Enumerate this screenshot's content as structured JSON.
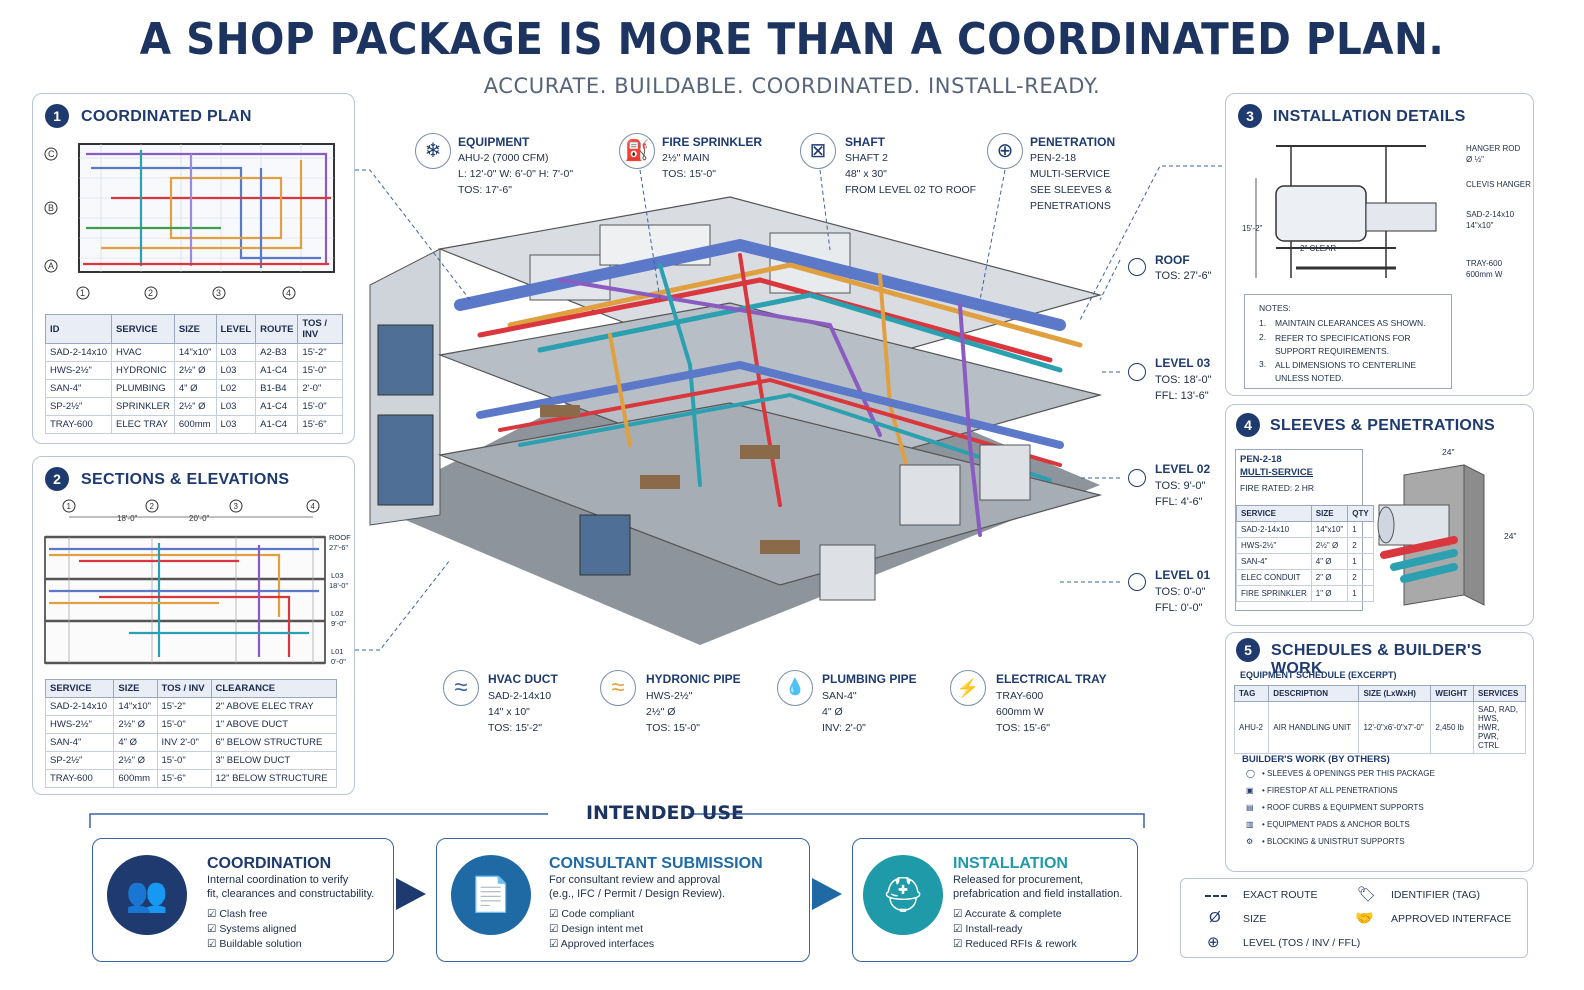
{
  "header": {
    "title": "A SHOP PACKAGE IS MORE THAN A COORDINATED PLAN.",
    "subtitle": "ACCURATE.   BUILDABLE.   COORDINATED.   INSTALL-READY."
  },
  "panel1": {
    "num": "1",
    "title": "COORDINATED PLAN",
    "grid_rows": [
      "C",
      "B",
      "A"
    ],
    "grid_cols": [
      "1",
      "2",
      "3",
      "4"
    ],
    "table": {
      "headers": [
        "ID",
        "SERVICE",
        "SIZE",
        "LEVEL",
        "ROUTE",
        "TOS / INV"
      ],
      "rows": [
        [
          "SAD-2-14x10",
          "HVAC",
          "14\"x10\"",
          "L03",
          "A2-B3",
          "15'-2\""
        ],
        [
          "HWS-2½\"",
          "HYDRONIC",
          "2½\" Ø",
          "L03",
          "A1-C4",
          "15'-0\""
        ],
        [
          "SAN-4\"",
          "PLUMBING",
          "4\" Ø",
          "L02",
          "B1-B4",
          "2'-0\""
        ],
        [
          "SP-2½\"",
          "SPRINKLER",
          "2½\" Ø",
          "L03",
          "A1-C4",
          "15'-0\""
        ],
        [
          "TRAY-600",
          "ELEC TRAY",
          "600mm",
          "L03",
          "A1-C4",
          "15'-6\""
        ]
      ]
    }
  },
  "panel2": {
    "num": "2",
    "title": "SECTIONS & ELEVATIONS",
    "grid_cols": [
      "1",
      "2",
      "3",
      "4"
    ],
    "dims": [
      "18'-0\"",
      "20'-0\""
    ],
    "levels": [
      {
        "name": "ROOF",
        "value": "27'-6\""
      },
      {
        "name": "L03",
        "value": "18'-0\""
      },
      {
        "name": "L02",
        "value": "9'-0\""
      },
      {
        "name": "L01",
        "value": "0'-0\""
      }
    ],
    "table": {
      "headers": [
        "SERVICE",
        "SIZE",
        "TOS / INV",
        "CLEARANCE"
      ],
      "rows": [
        [
          "SAD-2-14x10",
          "14\"x10\"",
          "15'-2\"",
          "2\" ABOVE ELEC TRAY"
        ],
        [
          "HWS-2½\"",
          "2½\" Ø",
          "15'-0\"",
          "1\" ABOVE DUCT"
        ],
        [
          "SAN-4\"",
          "4\" Ø",
          "INV 2'-0\"",
          "6\" BELOW STRUCTURE"
        ],
        [
          "SP-2½\"",
          "2½\" Ø",
          "15'-0\"",
          "3\" BELOW DUCT"
        ],
        [
          "TRAY-600",
          "600mm",
          "15'-6\"",
          "12\" BELOW STRUCTURE"
        ]
      ]
    }
  },
  "callouts_top": [
    {
      "icon": "❄",
      "title": "EQUIPMENT",
      "text": "AHU-2 (7000 CFM)\nL: 12'-0\"   W: 6'-0\"   H: 7'-0\"\nTOS: 17'-6\""
    },
    {
      "icon": "⛽",
      "title": "FIRE SPRINKLER",
      "text": "2½\" MAIN\nTOS: 15'-0\""
    },
    {
      "icon": "⊠",
      "title": "SHAFT",
      "text": "SHAFT 2\n48\" x 30\"\nFROM LEVEL 02 TO ROOF"
    },
    {
      "icon": "⊕",
      "title": "PENETRATION",
      "text": "PEN-2-18\nMULTI-SERVICE\nSEE SLEEVES &\nPENETRATIONS"
    }
  ],
  "callouts_bottom": [
    {
      "icon": "≈",
      "title": "HVAC DUCT",
      "text": "SAD-2-14x10\n14\" x 10\"\nTOS: 15'-2\""
    },
    {
      "icon": "≈",
      "title": "HYDRONIC PIPE",
      "text": "HWS-2½\"\n2½\" Ø\nTOS: 15'-0\""
    },
    {
      "icon": "💧",
      "title": "PLUMBING PIPE",
      "text": "SAN-4\"\n4\" Ø\nINV: 2'-0\""
    },
    {
      "icon": "⚡",
      "title": "ELECTRICAL TRAY",
      "text": "TRAY-600\n600mm W\nTOS: 15'-6\""
    }
  ],
  "levels_right": [
    {
      "title": "ROOF",
      "text": "TOS: 27'-6\""
    },
    {
      "title": "LEVEL 03",
      "text": "TOS: 18'-0\"\nFFL: 13'-6\""
    },
    {
      "title": "LEVEL 02",
      "text": "TOS: 9'-0\"\nFFL: 4'-6\""
    },
    {
      "title": "LEVEL 01",
      "text": "TOS: 0'-0\"\nFFL: 0'-0\""
    }
  ],
  "panel3": {
    "num": "3",
    "title": "INSTALLATION DETAILS",
    "labels": {
      "hanger_rod": "HANGER ROD",
      "hanger_rod_size": "Ø ½\"",
      "clevis": "CLEVIS HANGER",
      "duct": "SAD-2-14x10",
      "duct_size": "14\"x10\"",
      "tray": "TRAY-600",
      "tray_size": "600mm W",
      "height": "15'-2\"",
      "clear": "2\" CLEAR"
    },
    "notes_title": "NOTES:",
    "notes": [
      "MAINTAIN CLEARANCES AS SHOWN.",
      "REFER TO SPECIFICATIONS FOR SUPPORT REQUIREMENTS.",
      "ALL DIMENSIONS TO CENTERLINE UNLESS NOTED."
    ]
  },
  "panel4": {
    "num": "4",
    "title": "SLEEVES & PENETRATIONS",
    "pen_id": "PEN-2-18",
    "pen_type": "MULTI-SERVICE",
    "fire_rated": "FIRE RATED: 2 HR",
    "dim_w": "24\"",
    "dim_h": "24\"",
    "table": {
      "headers": [
        "SERVICE",
        "SIZE",
        "QTY"
      ],
      "rows": [
        [
          "SAD-2-14x10",
          "14\"x10\"",
          "1"
        ],
        [
          "HWS-2½\"",
          "2½\" Ø",
          "2"
        ],
        [
          "SAN-4\"",
          "4\" Ø",
          "1"
        ],
        [
          "ELEC CONDUIT",
          "2\" Ø",
          "2"
        ],
        [
          "FIRE SPRINKLER",
          "1\" Ø",
          "1"
        ]
      ]
    }
  },
  "panel5": {
    "num": "5",
    "title": "SCHEDULES & BUILDER'S WORK",
    "schedule_title": "EQUIPMENT SCHEDULE (EXCERPT)",
    "table": {
      "headers": [
        "TAG",
        "DESCRIPTION",
        "SIZE (LxWxH)",
        "WEIGHT",
        "SERVICES"
      ],
      "rows": [
        [
          "AHU-2",
          "AIR HANDLING UNIT",
          "12'-0\"x6'-0\"x7'-0\"",
          "2,450 lb",
          "SAD, RAD, HWS, HWR, PWR, CTRL"
        ]
      ]
    },
    "builders_title": "BUILDER'S WORK (BY OTHERS)",
    "builders_items": [
      "SLEEVES & OPENINGS PER THIS PACKAGE",
      "FIRESTOP AT ALL PENETRATIONS",
      "ROOF CURBS & EQUIPMENT SUPPORTS",
      "EQUIPMENT PADS & ANCHOR BOLTS",
      "BLOCKING & UNISTRUT SUPPORTS"
    ]
  },
  "intended_use": {
    "heading": "INTENDED USE",
    "cards": [
      {
        "title": "COORDINATION",
        "desc": "Internal coordination to verify\nfit, clearances and constructability.",
        "checks": [
          "Clash free",
          "Systems aligned",
          "Buildable solution"
        ]
      },
      {
        "title": "CONSULTANT SUBMISSION",
        "desc": "For consultant review and approval\n(e.g., IFC / Permit / Design Review).",
        "checks": [
          "Code compliant",
          "Design intent met",
          "Approved interfaces"
        ]
      },
      {
        "title": "INSTALLATION",
        "desc": "Released for procurement,\nprefabrication and field installation.",
        "checks": [
          "Accurate & complete",
          "Install-ready",
          "Reduced RFIs & rework"
        ]
      }
    ]
  },
  "legend": [
    {
      "icon": "dash-icon",
      "label": "EXACT ROUTE"
    },
    {
      "icon": "tag-icon",
      "label": "IDENTIFIER (TAG)"
    },
    {
      "icon": "diameter-icon",
      "label": "SIZE"
    },
    {
      "icon": "handshake-icon",
      "label": "APPROVED INTERFACE"
    },
    {
      "icon": "level-icon",
      "label": "LEVEL (TOS / INV / FFL)"
    }
  ],
  "colors": {
    "navy": "#1e3a6e",
    "hvac": "#5b78c9",
    "hydronic": "#e0a040",
    "plumbing": "#2aa0b0",
    "sprinkler": "#d9363e",
    "electrical": "#8a5bc0"
  }
}
